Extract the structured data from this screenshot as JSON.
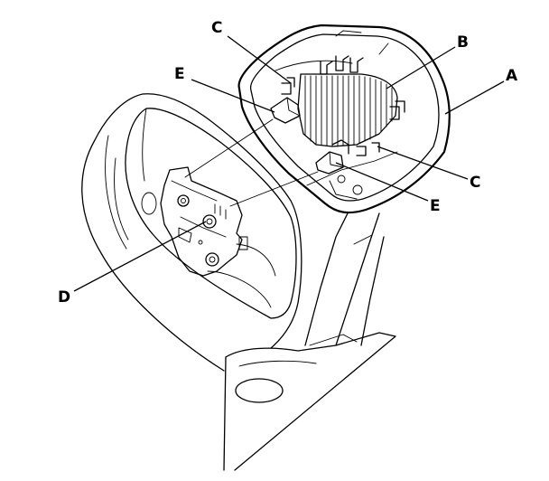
{
  "callouts": [
    {
      "id": "A",
      "label": "A"
    },
    {
      "id": "B",
      "label": "B"
    },
    {
      "id": "C-top",
      "label": "C"
    },
    {
      "id": "C-bottom",
      "label": "C"
    },
    {
      "id": "D",
      "label": "D"
    },
    {
      "id": "E-top",
      "label": "E"
    },
    {
      "id": "E-bottom",
      "label": "E"
    }
  ]
}
